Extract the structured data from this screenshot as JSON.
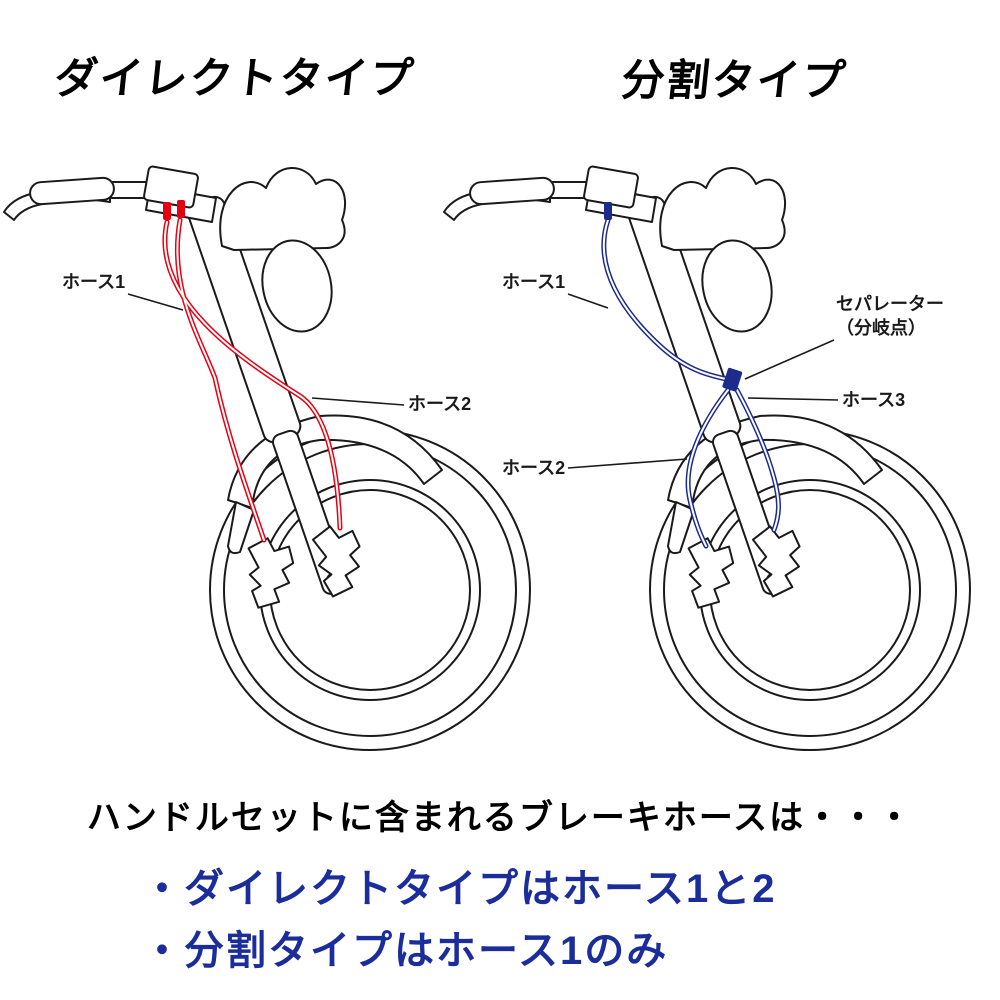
{
  "titles": {
    "direct": "ダイレクトタイプ",
    "split": "分割タイプ"
  },
  "colors": {
    "line": "#1a1a1a",
    "hose_direct": "#e60012",
    "hose_split": "#1d2b8c",
    "footer_accent": "#1b2d9b"
  },
  "diagrams": {
    "direct": {
      "labels": {
        "hose1": "ホース1",
        "hose2": "ホース2"
      }
    },
    "split": {
      "labels": {
        "hose1": "ホース1",
        "hose2": "ホース2",
        "hose3": "ホース3",
        "separator_line1": "セパレーター",
        "separator_line2": "（分岐点）"
      }
    }
  },
  "footer": {
    "heading": "ハンドルセットに含まれるブレーキホースは・・・",
    "bullets": [
      "・ダイレクトタイプはホース1と2",
      "・分割タイプはホース1のみ"
    ]
  }
}
